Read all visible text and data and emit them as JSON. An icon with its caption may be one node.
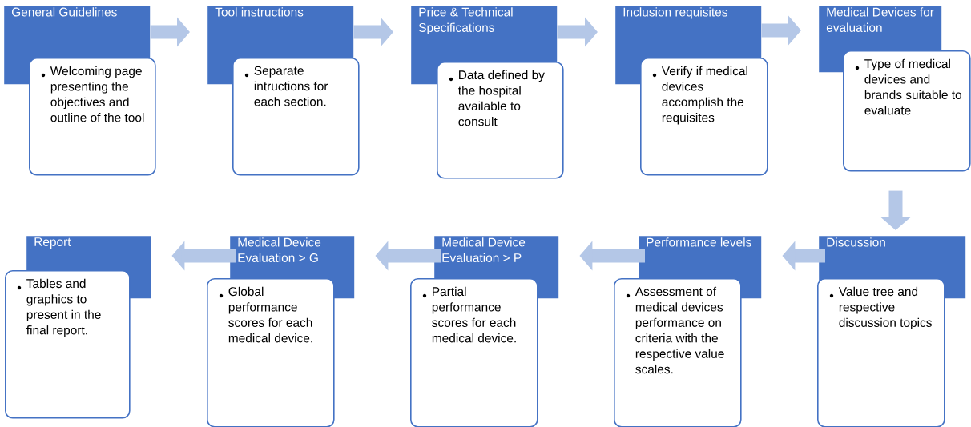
{
  "diagram": {
    "nodes": [
      {
        "text": [
          "General Guidelines"
        ]
      },
      {
        "text": [
          "Welcoming page presenting the objectives and outline of the tool"
        ]
      },
      {
        "text": [
          "Tool instructions"
        ]
      },
      {
        "text": [
          "Separate intructions for each section."
        ]
      },
      {
        "text": [
          "Price & Technical Specifications"
        ]
      },
      {
        "text": [
          "Data defined by the hospital available to consult"
        ]
      },
      {
        "text": [
          "Inclusion requisites"
        ]
      },
      {
        "text": [
          "Verify if medical devices accomplish the requisites"
        ]
      },
      {
        "text": [
          "Medical Devices for evaluation"
        ]
      },
      {
        "text": [
          "Type of medical devices and brands suitable to evaluate"
        ]
      },
      {
        "text": [
          "Discussion"
        ]
      },
      {
        "text": [
          "Value tree and respective discussion topics"
        ]
      },
      {
        "text": [
          "Performance levels"
        ]
      },
      {
        "text": [
          "Assessment of medical devices performance on criteria with the respective value scales."
        ]
      },
      {
        "text": [
          "Medical Device Evaluation > P"
        ]
      },
      {
        "text": [
          "Partial performance scores for each medical device."
        ]
      },
      {
        "text": [
          "Medical Device Evaluation > G"
        ]
      },
      {
        "text": [
          "Global performance scores for each medical device."
        ]
      },
      {
        "text": [
          "Report"
        ]
      },
      {
        "text": [
          "Tables and graphics to present in the final report."
        ]
      }
    ],
    "edges": [
      {
        "from": 0,
        "to": 2,
        "arrow": "to"
      },
      {
        "from": 2,
        "to": 4,
        "arrow": "to"
      },
      {
        "from": 4,
        "to": 6,
        "arrow": "to"
      },
      {
        "from": 6,
        "to": 8,
        "arrow": "to"
      },
      {
        "from": 9,
        "to": 10,
        "arrow": "to"
      },
      {
        "from": 10,
        "to": 12,
        "arrow": "to"
      },
      {
        "from": 12,
        "to": 14,
        "arrow": "to"
      },
      {
        "from": 14,
        "to": 16,
        "arrow": "to"
      },
      {
        "from": 16,
        "to": 18,
        "arrow": "to"
      }
    ]
  }
}
